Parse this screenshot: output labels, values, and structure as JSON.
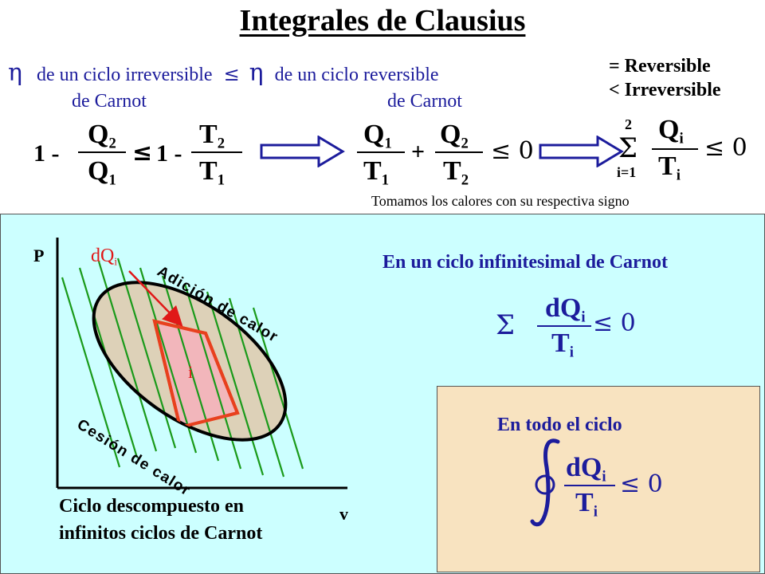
{
  "title": "Integrales de Clausius",
  "eta_symbol": "η",
  "eta_line": {
    "left_text": "de un ciclo irreversible",
    "relation": "≤",
    "right_text": "de un ciclo reversible",
    "left_sub": "de Carnot",
    "right_sub": "de Carnot"
  },
  "legend": {
    "eq": "= Reversible",
    "lt": "< Irreversible"
  },
  "formula1": {
    "lhs_prefix": "1 -",
    "lhs_num": "Q",
    "lhs_num_sub": "2",
    "lhs_den": "Q",
    "lhs_den_sub": "1",
    "rel": "≤",
    "rhs_prefix": "1 -",
    "rhs_num": "T",
    "rhs_num_sub": "2",
    "rhs_den": "T",
    "rhs_den_sub": "1"
  },
  "formula2": {
    "a_num": "Q",
    "a_num_sub": "1",
    "a_den": "T",
    "a_den_sub": "1",
    "plus": "+",
    "b_num": "Q",
    "b_num_sub": "2",
    "b_den": "T",
    "b_den_sub": "2",
    "rel": "≤ 0"
  },
  "formula3": {
    "sum": "Σ",
    "upper": "2",
    "lower": "i=1",
    "num": "Q",
    "num_sub": "i",
    "den": "T",
    "den_sub": "i",
    "rel": "≤ 0"
  },
  "note": "Tomamos los calores con su respectiva signo",
  "diagram": {
    "axis_y": "P",
    "axis_x": "v",
    "dq_label": "dQ",
    "dq_sub": "i",
    "cycle_label": "i",
    "adicion": "Adición de calor",
    "cesion": "Cesión de calor",
    "caption_line1": "Ciclo descompuesto en",
    "caption_line2": "infinitos ciclos de Carnot"
  },
  "infinitesimal": {
    "heading": "En un ciclo infinitesimal de Carnot",
    "sum": "Σ",
    "num": "dQ",
    "num_sub": "i",
    "den": "T",
    "den_sub": "i",
    "rel": "≤ 0"
  },
  "whole_cycle": {
    "heading": "En  todo el ciclo",
    "num": "dQ",
    "num_sub": "i",
    "den": "T",
    "den_sub": "i",
    "rel": "≤ 0"
  },
  "colors": {
    "blue": "#1c1c9c",
    "red": "#e01818",
    "green": "#1a9a1a",
    "panel": "#ccffff",
    "box": "#f8e3c0"
  }
}
